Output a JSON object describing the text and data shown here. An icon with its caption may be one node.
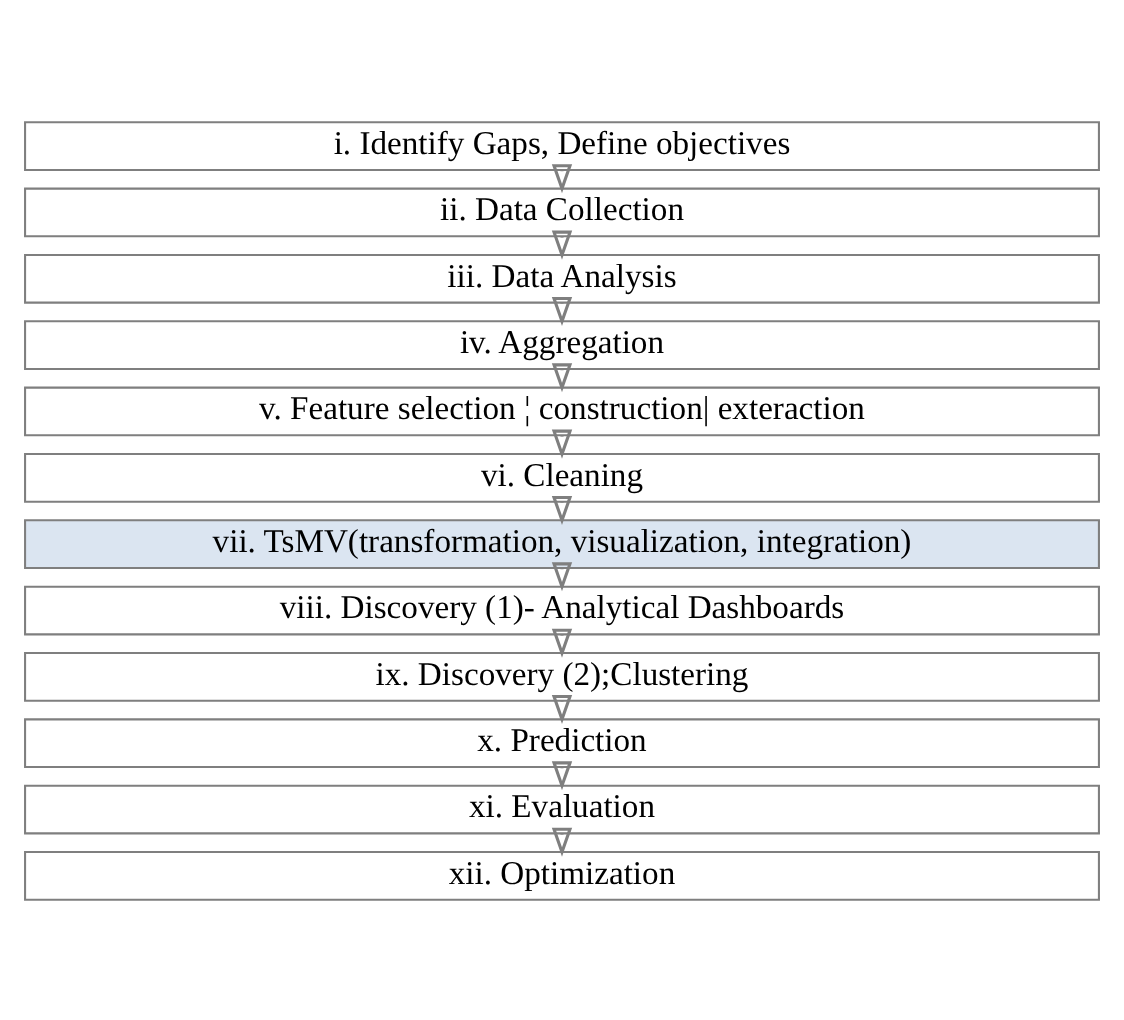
{
  "diagram": {
    "nodes": [
      {
        "text": [
          "i. Identify Gaps, Define objectives"
        ]
      },
      {
        "text": [
          "ii. Data Collection"
        ]
      },
      {
        "text": [
          "iii. Data Analysis"
        ]
      },
      {
        "text": [
          "iv. Aggregation"
        ]
      },
      {
        "text": [
          "v. Feature selection ¦ construction| exteraction"
        ]
      },
      {
        "text": [
          "vi. Cleaning"
        ]
      },
      {
        "text": [
          "vii. TsMV(transformation, visualization, integration)"
        ]
      },
      {
        "text": [
          "viii. Discovery (1)- Analytical Dashboards"
        ]
      },
      {
        "text": [
          "ix. Discovery (2);Clustering"
        ]
      },
      {
        "text": [
          "x. Prediction"
        ]
      },
      {
        "text": [
          "xi. Evaluation"
        ]
      },
      {
        "text": [
          "xii. Optimization"
        ]
      }
    ],
    "edges": [
      {
        "from": 0,
        "to": 1,
        "arrow": "to"
      },
      {
        "from": 1,
        "to": 2,
        "arrow": "to"
      },
      {
        "from": 2,
        "to": 3,
        "arrow": "to"
      },
      {
        "from": 3,
        "to": 4,
        "arrow": "to"
      },
      {
        "from": 4,
        "to": 5,
        "arrow": "to"
      },
      {
        "from": 5,
        "to": 6,
        "arrow": "to"
      },
      {
        "from": 6,
        "to": 7,
        "arrow": "to"
      },
      {
        "from": 7,
        "to": 8,
        "arrow": "to"
      },
      {
        "from": 8,
        "to": 9,
        "arrow": "to"
      },
      {
        "from": 9,
        "to": 10,
        "arrow": "to"
      },
      {
        "from": 10,
        "to": 11,
        "arrow": "to"
      }
    ]
  }
}
